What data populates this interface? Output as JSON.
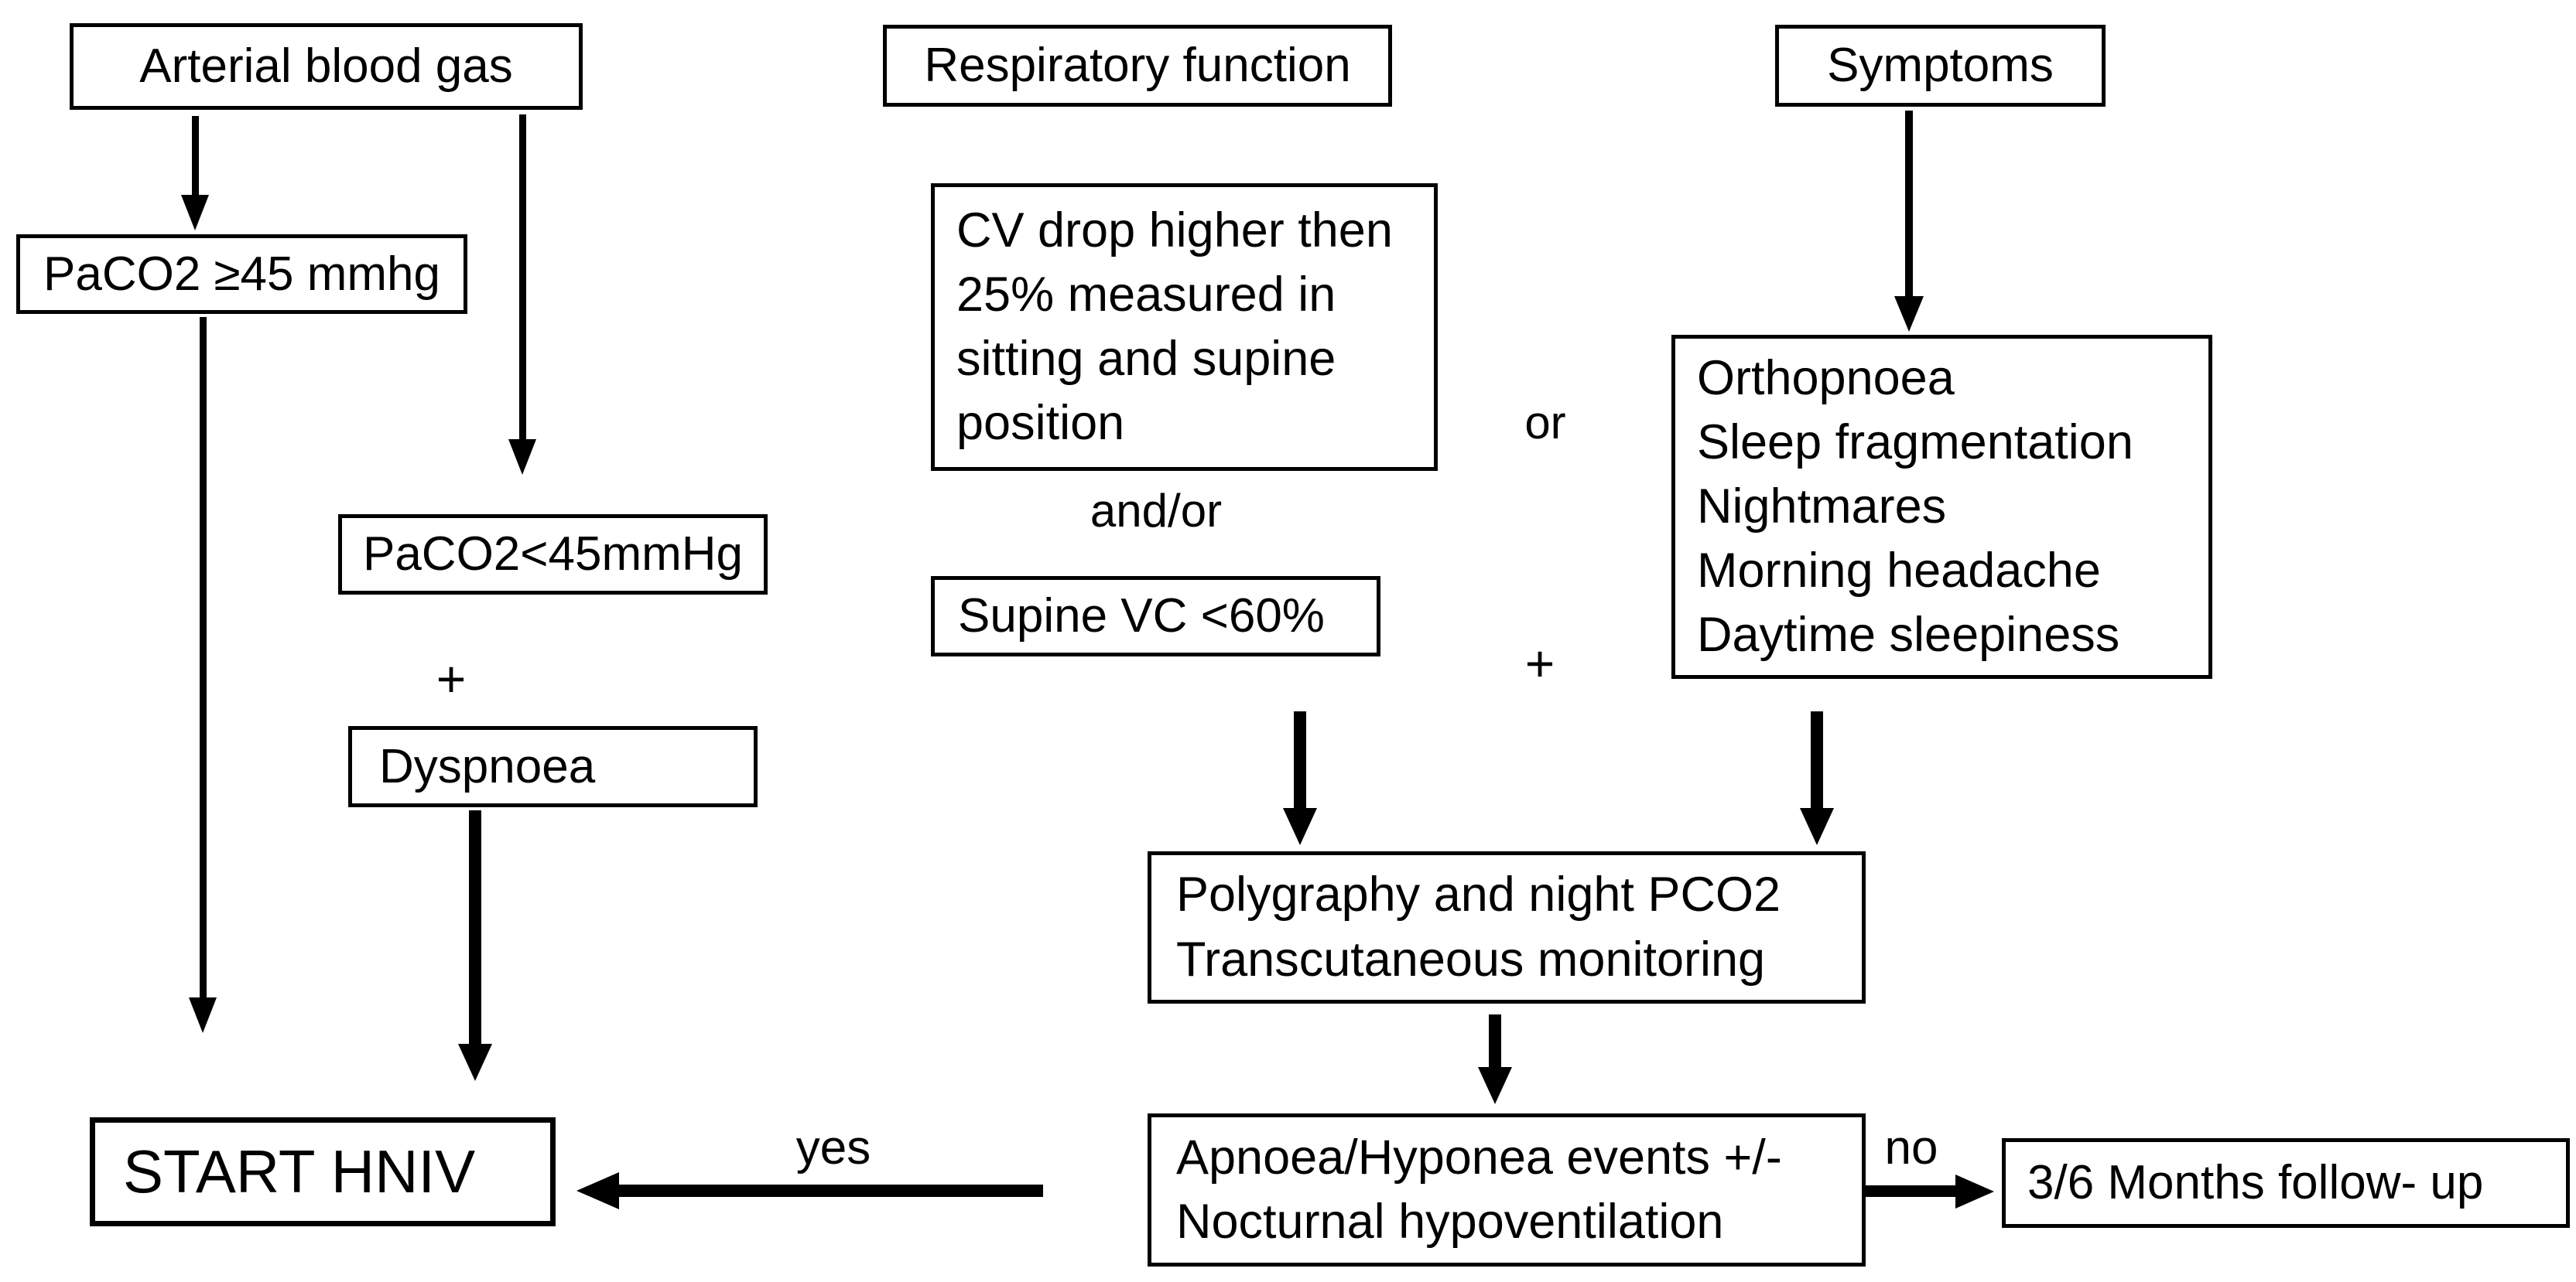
{
  "colors": {
    "background": "#ffffff",
    "line": "#000000",
    "text": "#000000"
  },
  "boxes": {
    "arterial_blood_gas": "Arterial blood gas",
    "paco2_high": "PaCO2 ≥45 mmhg",
    "paco2_low": "PaCO2<45mmHg",
    "dyspnoea": "Dyspnoea",
    "start_hniv": "START HNIV",
    "respiratory_function": "Respiratory function",
    "cv_drop": "CV drop higher then\n25% measured in\nsitting and supine\nposition",
    "supine_vc": "Supine VC <60%",
    "symptoms": "Symptoms",
    "symptom_list": [
      "Orthopnoea",
      "Sleep fragmentation",
      "Nightmares",
      "Morning headache",
      "Daytime sleepiness"
    ],
    "polygraphy": "Polygraphy and night PCO2\nTranscutaneous monitoring",
    "apnoea_events": "Apnoea/Hyponea events +/-\nNocturnal hypoventilation",
    "follow_up": "3/6 Months follow- up"
  },
  "labels": {
    "plus_left": "+",
    "plus_right": "+",
    "or": "or",
    "and_or": "and/or",
    "yes": "yes",
    "no": "no"
  }
}
